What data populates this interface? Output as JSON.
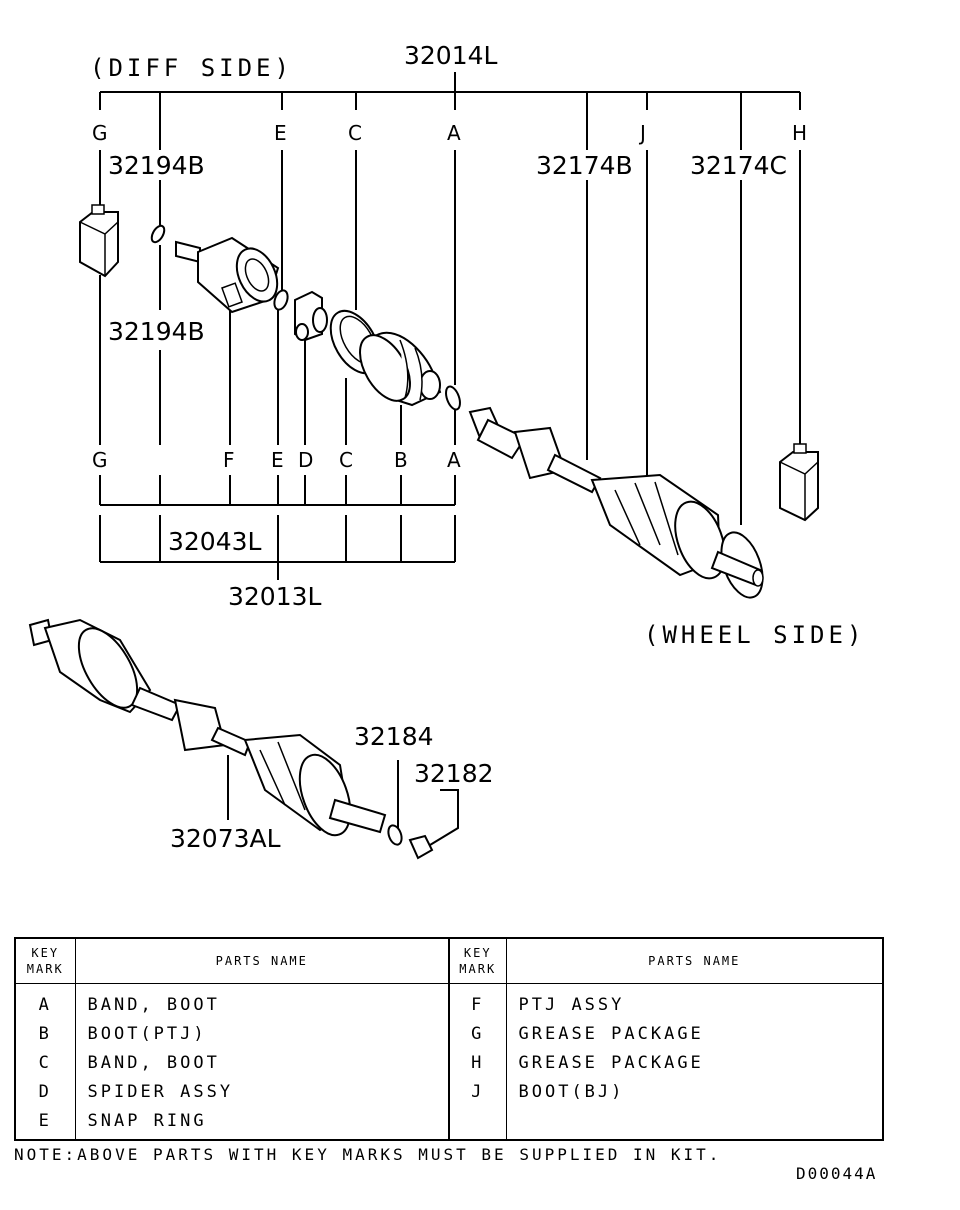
{
  "diagram": {
    "side_labels": {
      "diff": "(DIFF SIDE)",
      "wheel": "(WHEEL SIDE)"
    },
    "part_numbers": {
      "drive_shaft_lh": "32014L",
      "grease_pkg_top": "32194B",
      "grease_pkg_bottom": "32194B",
      "boot_band_bj": "32174B",
      "boot_band_small": "32174C",
      "ptj_repair_kit": "32043L",
      "ptj_assy": "32013L",
      "bj_shaft": "32073AL",
      "washer": "32184",
      "nut": "32182"
    },
    "key_marks_top": [
      "G",
      "E",
      "C",
      "A",
      "J",
      "H"
    ],
    "key_marks_bottom": [
      "G",
      "F",
      "E",
      "D",
      "C",
      "B",
      "A"
    ]
  },
  "table": {
    "header": {
      "key_mark_line1": "KEY",
      "key_mark_line2": "MARK",
      "parts_name": "PARTS NAME"
    },
    "left": [
      {
        "key": "A",
        "name": "BAND, BOOT"
      },
      {
        "key": "B",
        "name": "BOOT(PTJ)"
      },
      {
        "key": "C",
        "name": "BAND, BOOT"
      },
      {
        "key": "D",
        "name": "SPIDER ASSY"
      },
      {
        "key": "E",
        "name": "SNAP RING"
      }
    ],
    "right": [
      {
        "key": "F",
        "name": "PTJ ASSY"
      },
      {
        "key": "G",
        "name": "GREASE PACKAGE"
      },
      {
        "key": "H",
        "name": "GREASE PACKAGE"
      },
      {
        "key": "J",
        "name": "BOOT(BJ)"
      }
    ]
  },
  "note": "NOTE:ABOVE PARTS WITH KEY MARKS MUST BE SUPPLIED IN KIT.",
  "drawing_ref": "D00044A"
}
